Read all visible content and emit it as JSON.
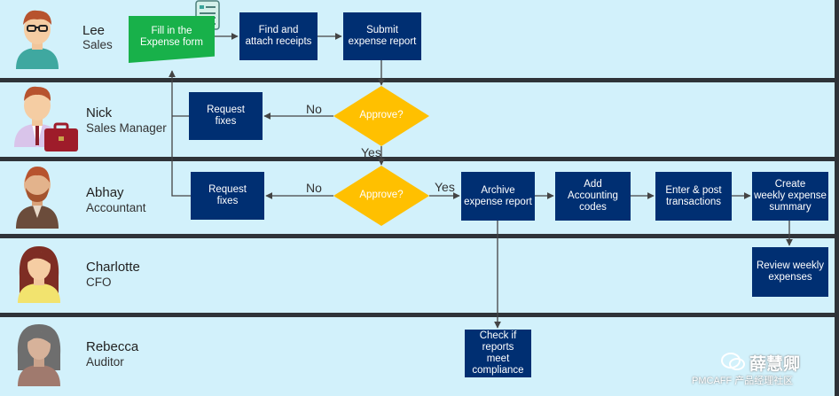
{
  "lanes": [
    {
      "name": "Lee",
      "role": "Sales"
    },
    {
      "name": "Nick",
      "role": "Sales Manager"
    },
    {
      "name": "Abhay",
      "role": "Accountant"
    },
    {
      "name": "Charlotte",
      "role": "CFO"
    },
    {
      "name": "Rebecca",
      "role": "Auditor"
    }
  ],
  "nodes": {
    "fill_form": "Fill in the\nExpense form",
    "find_receipts": "Find and\nattach receipts",
    "submit_report": "Submit\nexpense report",
    "approve_manager": "Approve?",
    "request_fixes_manager": "Request\nfixes",
    "approve_accountant": "Approve?",
    "request_fixes_accountant": "Request\nfixes",
    "archive_report": "Archive\nexpense report",
    "add_codes": "Add\nAccounting\ncodes",
    "enter_post": "Enter & post\ntransactions",
    "create_summary": "Create\nweekly expense\nsummary",
    "review_expenses": "Review weekly\nexpenses",
    "check_compliance": "Check if\nreports\nmeet\ncompliance"
  },
  "edge_labels": {
    "no_manager": "No",
    "yes_manager": "Yes",
    "no_accountant": "No",
    "yes_accountant": "Yes"
  },
  "watermark": {
    "name": "薛慧卿",
    "site": "PMCAFF 产品经理社区"
  },
  "colors": {
    "lane_bg": "#d2f1fb",
    "separator": "#2f3338",
    "task": "#002f72",
    "start_task": "#18b14a",
    "decision": "#ffc000"
  }
}
